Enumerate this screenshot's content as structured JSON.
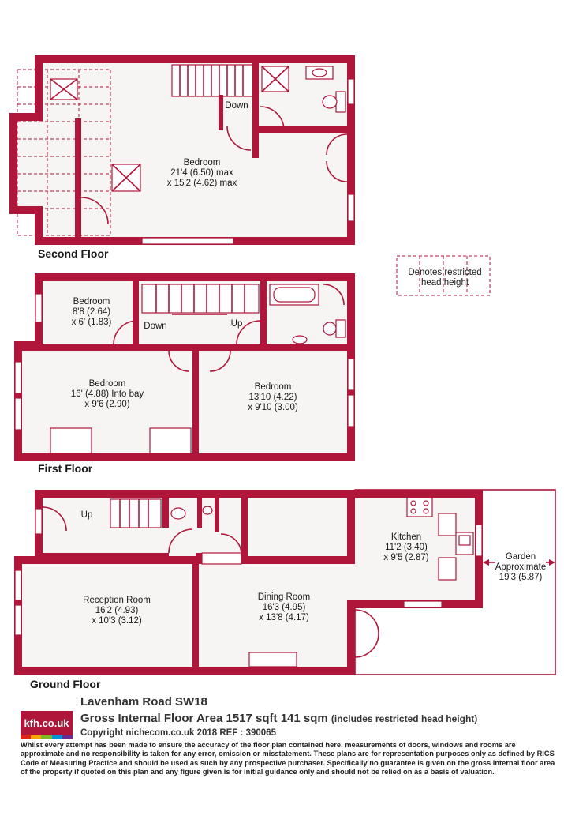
{
  "floors": {
    "second": {
      "label": "Second Floor",
      "rooms": [
        {
          "name": "Bedroom",
          "dim1": "21'4 (6.50) max",
          "dim2": "x 15'2 (4.62) max"
        }
      ],
      "stair_label": "Down"
    },
    "first": {
      "label": "First Floor",
      "rooms": [
        {
          "name": "Bedroom",
          "dim1": "8'8 (2.64)",
          "dim2": "x 6' (1.83)"
        },
        {
          "name": "Bedroom",
          "dim1": "16' (4.88) Into bay",
          "dim2": "x 9'6 (2.90)"
        },
        {
          "name": "Bedroom",
          "dim1": "13'10 (4.22)",
          "dim2": "x 9'10 (3.00)"
        }
      ],
      "stair_down": "Down",
      "stair_up": "Up"
    },
    "ground": {
      "label": "Ground Floor",
      "rooms": [
        {
          "name": "Reception Room",
          "dim1": "16'2 (4.93)",
          "dim2": "x 10'3 (3.12)"
        },
        {
          "name": "Dining Room",
          "dim1": "16'3 (4.95)",
          "dim2": "x 13'8 (4.17)"
        },
        {
          "name": "Kitchen",
          "dim1": "11'2 (3.40)",
          "dim2": "x 9'5 (2.87)"
        }
      ],
      "stair_up": "Up",
      "garden": {
        "line1": "Garden",
        "line2": "Approximate",
        "line3": "19'3 (5.87)"
      }
    }
  },
  "legend": {
    "line1": "Denotes restricted",
    "line2": "head height"
  },
  "footer": {
    "brand": "kfh.co.uk",
    "brand_colors": [
      "#e2231a",
      "#f7a600",
      "#7ab929",
      "#0094d6",
      "#6b2c91"
    ],
    "address": "Lavenham Road  SW18",
    "gia": "Gross Internal Floor Area 1517 sqft 141 sqm",
    "gia_note": "(includes restricted head height)",
    "copyright": "Copyright nichecom.co.uk 2018 REF : 390065",
    "disclaimer": "Whilst every attempt has been made to ensure the accuracy of the floor plan contained here, measurements of doors, windows and rooms are approximate and no responsibility is taken for any error, omission or misstatement.  These plans are for representation purposes only as defined by RICS Code of Measuring Practice and should be used as such by any prospective purchaser.  Specifically no guarantee is given on the gross internal floor area of the property if quoted on this plan and any figure given is for initial guidance only and should not be relied on as a basis of valuation."
  },
  "colors": {
    "wall": "#b0163a",
    "room_fill": "#f6f5f3"
  }
}
